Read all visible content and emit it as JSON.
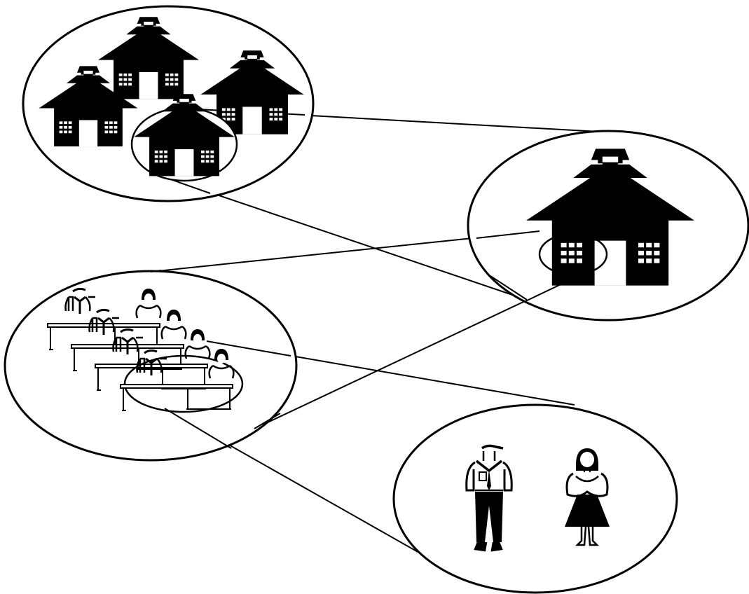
{
  "diagram": {
    "levels": [
      {
        "id": "district",
        "depicts": "group-of-schools"
      },
      {
        "id": "school",
        "depicts": "single-school-building"
      },
      {
        "id": "classroom",
        "depicts": "students-at-desks"
      },
      {
        "id": "students",
        "depicts": "male-and-female-student"
      }
    ],
    "colors": {
      "ink": "#000000",
      "paper": "#ffffff"
    },
    "icons": [
      "school-house-icon",
      "student-male-icon",
      "student-female-icon",
      "desk-icon"
    ]
  }
}
